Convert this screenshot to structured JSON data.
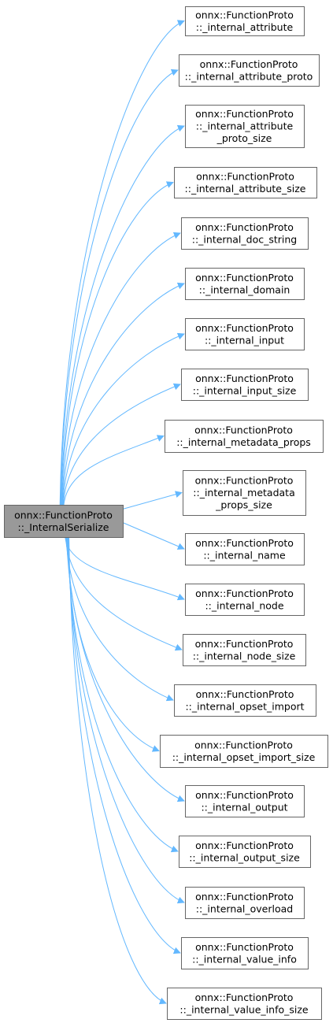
{
  "diagram": {
    "type": "call-graph",
    "colors": {
      "edge": "#63b8ff",
      "node_border": "#666666",
      "node_fill": "#ffffff",
      "root_fill": "#999999"
    },
    "root": {
      "id": "root",
      "lines": [
        "onnx::FunctionProto",
        "::_InternalSerialize"
      ]
    },
    "nodes": [
      {
        "id": "n1",
        "lines": [
          "onnx::FunctionProto",
          "::_internal_attribute"
        ]
      },
      {
        "id": "n2",
        "lines": [
          "onnx::FunctionProto",
          "::_internal_attribute_proto"
        ]
      },
      {
        "id": "n3",
        "lines": [
          "onnx::FunctionProto",
          "::_internal_attribute",
          "_proto_size"
        ]
      },
      {
        "id": "n4",
        "lines": [
          "onnx::FunctionProto",
          "::_internal_attribute_size"
        ]
      },
      {
        "id": "n5",
        "lines": [
          "onnx::FunctionProto",
          "::_internal_doc_string"
        ]
      },
      {
        "id": "n6",
        "lines": [
          "onnx::FunctionProto",
          "::_internal_domain"
        ]
      },
      {
        "id": "n7",
        "lines": [
          "onnx::FunctionProto",
          "::_internal_input"
        ]
      },
      {
        "id": "n8",
        "lines": [
          "onnx::FunctionProto",
          "::_internal_input_size"
        ]
      },
      {
        "id": "n9",
        "lines": [
          "onnx::FunctionProto",
          "::_internal_metadata_props"
        ]
      },
      {
        "id": "n10",
        "lines": [
          "onnx::FunctionProto",
          "::_internal_metadata",
          "_props_size"
        ]
      },
      {
        "id": "n11",
        "lines": [
          "onnx::FunctionProto",
          "::_internal_name"
        ]
      },
      {
        "id": "n12",
        "lines": [
          "onnx::FunctionProto",
          "::_internal_node"
        ]
      },
      {
        "id": "n13",
        "lines": [
          "onnx::FunctionProto",
          "::_internal_node_size"
        ]
      },
      {
        "id": "n14",
        "lines": [
          "onnx::FunctionProto",
          "::_internal_opset_import"
        ]
      },
      {
        "id": "n15",
        "lines": [
          "onnx::FunctionProto",
          "::_internal_opset_import_size"
        ]
      },
      {
        "id": "n16",
        "lines": [
          "onnx::FunctionProto",
          "::_internal_output"
        ]
      },
      {
        "id": "n17",
        "lines": [
          "onnx::FunctionProto",
          "::_internal_output_size"
        ]
      },
      {
        "id": "n18",
        "lines": [
          "onnx::FunctionProto",
          "::_internal_overload"
        ]
      },
      {
        "id": "n19",
        "lines": [
          "onnx::FunctionProto",
          "::_internal_value_info"
        ]
      },
      {
        "id": "n20",
        "lines": [
          "onnx::FunctionProto",
          "::_internal_value_info_size"
        ]
      }
    ]
  }
}
